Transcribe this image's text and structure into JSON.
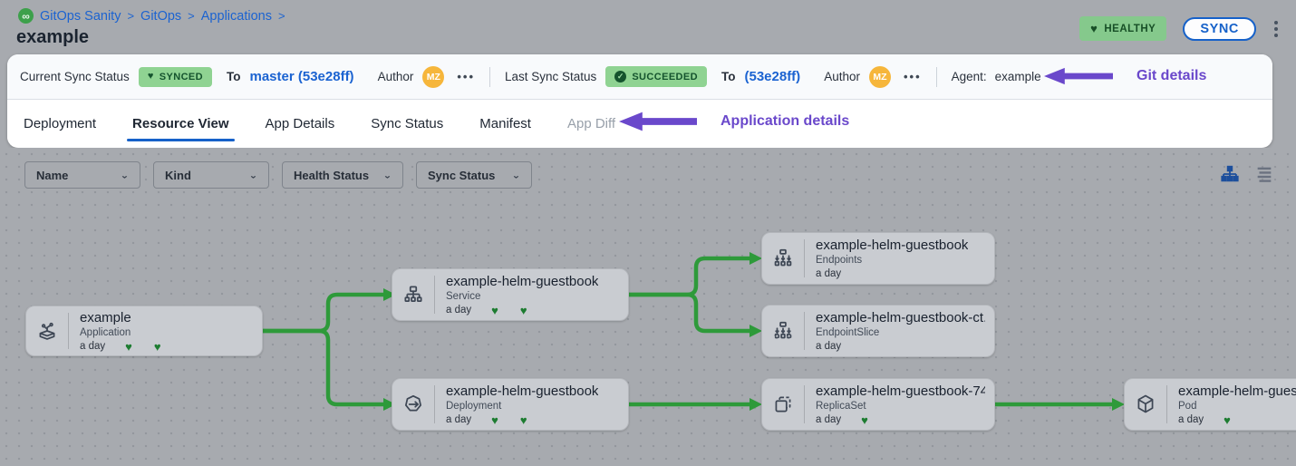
{
  "colors": {
    "accent_blue": "#1661c9",
    "link_blue": "#1b63d1",
    "edge_green": "#2e9a3a",
    "heart_green": "#1d7c31",
    "badge_green_bg": "#8fd392",
    "healthy_badge_bg": "#85c98c",
    "annotation_purple": "#6a48cb",
    "avatar_orange": "#f6b63b",
    "canvas_gray": "#a7aaaf"
  },
  "breadcrumb": {
    "logo_glyph": "∞",
    "items": [
      "GitOps Sanity",
      "GitOps",
      "Applications"
    ],
    "separator": ">"
  },
  "page_title": "example",
  "top_actions": {
    "health_badge": "HEALTHY",
    "health_heart": "♥",
    "sync_button": "SYNC"
  },
  "status_bar": {
    "current_label": "Current Sync Status",
    "current_badge": "SYNCED",
    "current_badge_heart": "♥",
    "current_to": "To",
    "current_ref": "master (53e28ff)",
    "current_author_label": "Author",
    "current_avatar": "MZ",
    "current_more": "•••",
    "last_label": "Last Sync Status",
    "last_badge": "SUCCEEDED",
    "last_check": "✓",
    "last_to": "To",
    "last_ref": "(53e28ff)",
    "last_author_label": "Author",
    "last_avatar": "MZ",
    "last_more": "•••",
    "agent_label": "Agent:",
    "agent_value": "example",
    "annotation": "Git details"
  },
  "tabs": {
    "labels": [
      "Deployment",
      "Resource View",
      "App Details",
      "Sync Status",
      "Manifest",
      "App Diff"
    ],
    "active": "Resource View",
    "annotation": "Application details"
  },
  "filters": {
    "name": "Name",
    "kind": "Kind",
    "health": "Health Status",
    "sync": "Sync Status",
    "chevron": "⌄"
  },
  "graph": {
    "nodes": [
      {
        "title": "example",
        "kind": "Application",
        "age": "a day",
        "hearts": 2
      },
      {
        "title": "example-helm-guestbook",
        "kind": "Service",
        "age": "a day",
        "hearts": 2
      },
      {
        "title": "example-helm-guestbook",
        "kind": "Deployment",
        "age": "a day",
        "hearts": 2
      },
      {
        "title": "example-helm-guestbook",
        "kind": "Endpoints",
        "age": "a day",
        "hearts": 0
      },
      {
        "title": "example-helm-guestbook-ct...",
        "kind": "EndpointSlice",
        "age": "a day",
        "hearts": 0
      },
      {
        "title": "example-helm-guestbook-74...",
        "kind": "ReplicaSet",
        "age": "a day",
        "hearts": 1
      },
      {
        "title": "example-helm-guest",
        "kind": "Pod",
        "age": "a day",
        "hearts": 1
      }
    ]
  }
}
